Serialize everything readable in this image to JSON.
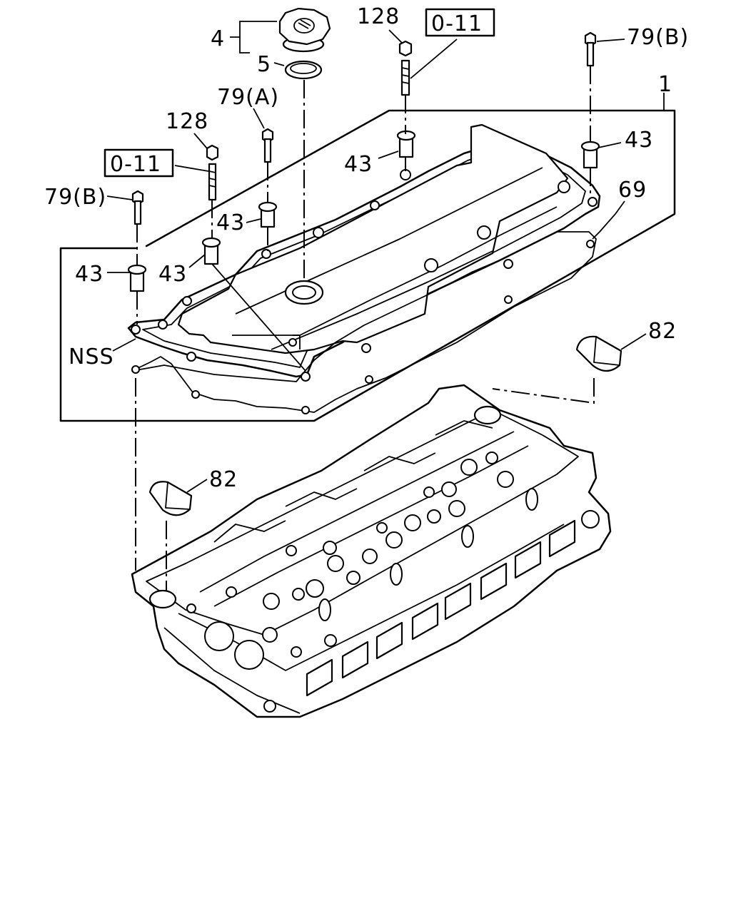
{
  "callouts": {
    "c4": "4",
    "c5": "5",
    "c128_top": "128",
    "c011_top": "0-11",
    "c79b_top": "79(B)",
    "c79a": "79(A)",
    "c1": "1",
    "c128_left": "128",
    "c011_left": "0-11",
    "c43_right": "43",
    "c43_center": "43",
    "c79b_left": "79(B)",
    "c43_mid": "43",
    "c69": "69",
    "c43_left": "43",
    "c43_lower": "43",
    "cNSS": "NSS",
    "c82_right": "82",
    "c82_left": "82"
  }
}
